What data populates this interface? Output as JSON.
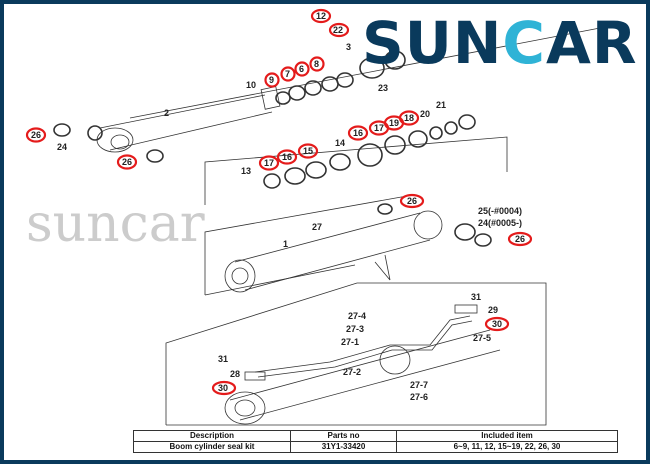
{
  "logo": {
    "text_a": "SUN",
    "text_c": "C",
    "text_b": "AR"
  },
  "watermark": "suncar",
  "colors": {
    "border": "#0a3a5c",
    "logo": "#0a3a5c",
    "logo_accent": "#2fb3d6",
    "callout": "#e41b1b"
  },
  "labels": {
    "l22": "22",
    "l12": "12",
    "l3": "3",
    "l9": "9",
    "l7": "7",
    "l6": "6",
    "l8": "8",
    "l10": "10",
    "l23": "23",
    "l2": "2",
    "l26a": "26",
    "l24a": "24",
    "l26b": "26",
    "l21": "21",
    "l20": "20",
    "l18": "18",
    "l19": "19",
    "l17a": "17",
    "l16a": "16",
    "l14": "14",
    "l15": "15",
    "l16b": "16",
    "l17b": "17",
    "l13": "13",
    "l26c": "26",
    "l27": "27",
    "l1": "1",
    "l25": "25(-#0004)",
    "l24b": "24(#0005-)",
    "l26d": "26",
    "l31a": "31",
    "l29": "29",
    "l30a": "30",
    "l27_4": "27-4",
    "l27_3": "27-3",
    "l27_5": "27-5",
    "l27_1": "27-1",
    "l31b": "31",
    "l27_2": "27-2",
    "l28": "28",
    "l30b": "30",
    "l27_7": "27-7",
    "l27_6": "27-6"
  },
  "table": {
    "headers": [
      "Description",
      "Parts no",
      "Included item"
    ],
    "rows": [
      [
        "Boom cylinder seal kit",
        "31Y1-33420",
        "6~9, 11, 12, 15~19, 22, 26, 30"
      ]
    ]
  }
}
